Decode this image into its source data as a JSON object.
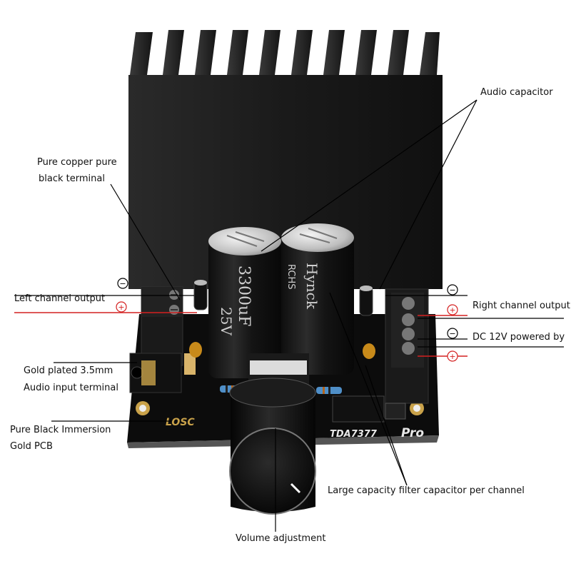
{
  "labels": {
    "audio_capacitor": "Audio capacitor",
    "copper_terminal_1": "Pure copper pure",
    "copper_terminal_2": "black terminal",
    "left_channel": "Left channel output",
    "right_channel": "Right channel output",
    "dc_power": "DC 12V powered by",
    "audio_input_1": "Gold plated 3.5mm",
    "audio_input_2": "Audio input terminal",
    "pcb_1": "Pure Black Immersion",
    "pcb_2": "Gold PCB",
    "filter_capacitor": "Large capacity filter capacitor per channel",
    "volume": "Volume adjustment"
  },
  "board": {
    "logo": "LOSC",
    "model": "TDA7377",
    "model_suffix": "Pro",
    "cap_text_main": "3300uF",
    "cap_text_volt": "25V",
    "cap_brand": "Hynck",
    "cap_code": "RCHS"
  },
  "symbols": {
    "minus": "−",
    "plus": "+"
  },
  "colors": {
    "heatsink": "#1d1d1d",
    "pcb": "#0c0c0c",
    "gold": "#c9a24a",
    "terminal": "#1a1a1a",
    "cap_body": "#161616",
    "knob": "#0a0a0a",
    "polarity_red": "#d42020",
    "annotation_line": "#000000"
  }
}
